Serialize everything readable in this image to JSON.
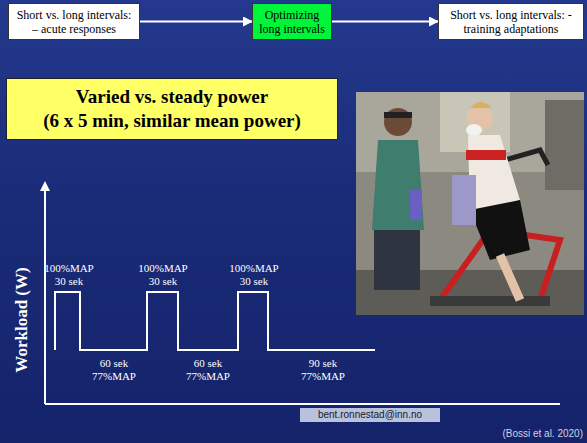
{
  "diagram": {
    "nodes": [
      {
        "text": [
          "Short vs. long intervals: – acute responses"
        ]
      },
      {
        "text": [
          "Optimizing long intervals"
        ]
      },
      {
        "text": [
          "Short vs. long intervals: -training adaptations"
        ]
      },
      {
        "text": [
          "Varied vs. steady power",
          "(6 x 5 min, similar mean power)"
        ]
      }
    ],
    "edges": [
      {
        "from": 0,
        "to": 1,
        "arrow": "to"
      },
      {
        "from": 1,
        "to": 2,
        "arrow": "to"
      }
    ],
    "labels": [
      "100%MAP 30 sek",
      "100%MAP 30 sek",
      "100%MAP 30 sek",
      "60 sek 77%MAP",
      "60 sek 77%MAP",
      "90 sek 77%MAP",
      "Workload (W)",
      "bent.ronnestad@inn.no",
      "(Bossi et al. 2020)"
    ]
  }
}
